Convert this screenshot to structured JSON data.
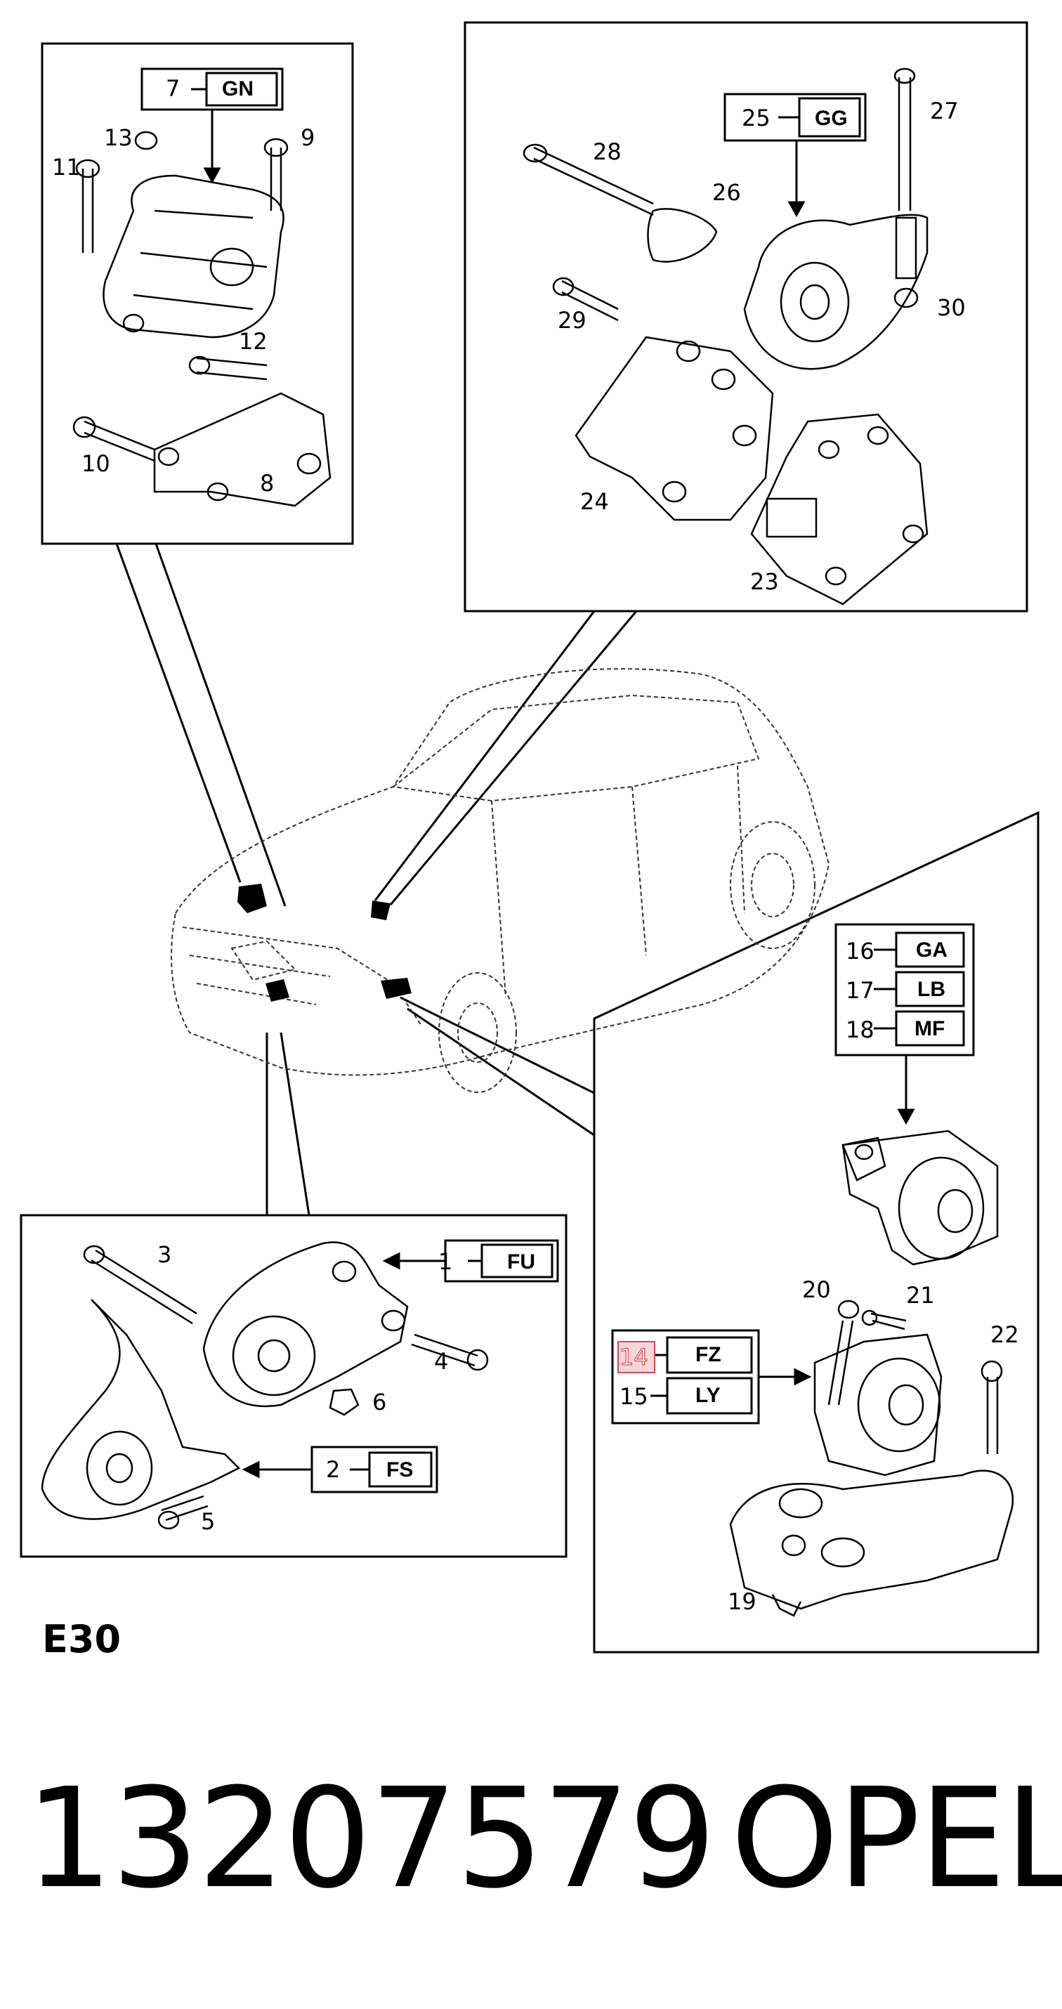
{
  "callouts": {
    "top_left": {
      "code_7": "GN",
      "n7": "7",
      "n13": "13",
      "n9": "9",
      "n11": "11",
      "n12": "12",
      "n10": "10",
      "n8": "8"
    },
    "top_right": {
      "code_25": "GG",
      "n25": "25",
      "n27": "27",
      "n28": "28",
      "n26": "26",
      "n29": "29",
      "n30": "30",
      "n24": "24",
      "n23": "23"
    },
    "bottom_left": {
      "code_1": "FU",
      "code_2": "FS",
      "n1": "1",
      "n2": "2",
      "n3": "3",
      "n4": "4",
      "n5": "5",
      "n6": "6"
    },
    "bottom_right": {
      "code_16": "GA",
      "code_17": "LB",
      "code_18": "MF",
      "code_14": "FZ",
      "code_15": "LY",
      "n16": "16",
      "n17": "17",
      "n18": "18",
      "n14": "14",
      "n15": "15",
      "n20": "20",
      "n21": "21",
      "n22": "22",
      "n19": "19"
    }
  },
  "section_label": "E30",
  "part_number": "13207579",
  "brand": "OPEL",
  "colors": {
    "line": "#000000",
    "highlight": "#d94a56",
    "highlight_fill": "#f6d6da"
  }
}
